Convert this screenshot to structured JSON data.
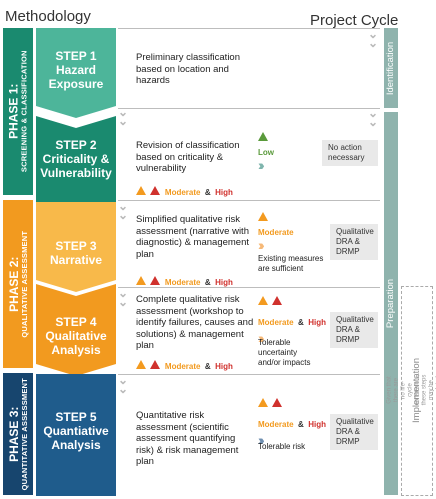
{
  "header": {
    "left": "Methodology",
    "right": "Project Cycle"
  },
  "phases": [
    {
      "label": "PHASE 1:",
      "sub": "SCREENING & CLASSIFICATION",
      "color": "#1a8a6f"
    },
    {
      "label": "PHASE 2:",
      "sub": "QUALITATIVE ASSESSMENT",
      "color": "#f29a1f"
    },
    {
      "label": "PHASE 3:",
      "sub": "QUANTITATIVE ASSESSMENT",
      "color": "#17456e"
    }
  ],
  "steps": [
    {
      "title": "STEP 1 Hazard Exposure",
      "line1": "STEP 1",
      "line2": "Hazard",
      "line3": "Exposure",
      "desc": "Preliminary classification based on location and hazards"
    },
    {
      "title": "STEP 2",
      "line1": "STEP 2",
      "line2": "Criticality &",
      "line3": "Vulnerability",
      "desc": "Revision of classification based on criticality & vulnerability"
    },
    {
      "line1": "STEP 3",
      "line2": "Narrative",
      "line3": "",
      "desc": "Simplified qualitative risk assessment (narrative with diagnostic) & management plan"
    },
    {
      "line1": "STEP 4",
      "line2": "Qualitative",
      "line3": "Analysis",
      "desc": "Complete qualitative risk assessment (workshop to identify failures, causes and solutions) & management plan"
    },
    {
      "line1": "STEP 5",
      "line2": "Quantiative",
      "line3": "Analysis",
      "desc": "Quantitative risk assessment (scientific assessment quantifying risk) & risk management plan"
    }
  ],
  "levels": {
    "low": "Low",
    "moderate": "Moderate",
    "amp": "&",
    "high": "High"
  },
  "outcomes": {
    "no_action": "No action necessary",
    "existing": "Existing measures are sufficient",
    "tolerable_uncertainty": "Tolerable uncertainty and/or impacts",
    "tolerable_risk": "Tolerable risk"
  },
  "tags": {
    "qual": "Qualitative DRA & DRMP"
  },
  "cycle": {
    "identification": "Identification",
    "preparation": "Preparation",
    "implementation": "Implementation"
  },
  "note": "Given that there are no life-cycle constraints, these steps may be completed after approval",
  "colors": {
    "green": "#1a8a6f",
    "green_light": "#4db59a",
    "orange": "#f29a1f",
    "orange_light": "#f8b94a",
    "navy": "#17456e",
    "navy_light": "#1f5c8c",
    "cycle": "#8fb3ad"
  }
}
